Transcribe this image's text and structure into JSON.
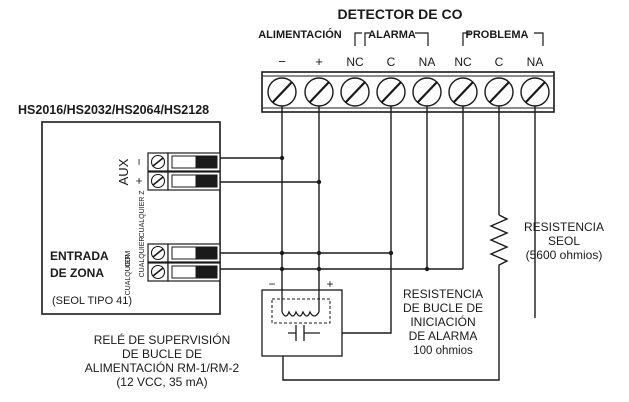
{
  "detector": {
    "title": "DETECTOR DE CO",
    "groups": {
      "power": "ALIMENTACIÓN",
      "alarm": "ALARMA",
      "trouble": "PROBLEMA"
    },
    "terminals": [
      "−",
      "+",
      "NC",
      "C",
      "NA",
      "NC",
      "C",
      "NA"
    ]
  },
  "panel": {
    "model": "HS2016/HS2032/HS2064/HS2128",
    "aux_label": "AUX",
    "aux_minus": "−",
    "aux_plus": "+",
    "any_zone_side": "CUALQUIER Z",
    "zone_input_1": "ENTRADA",
    "zone_input_2": "DE ZONA",
    "any_side_1": "CUALQUIER",
    "com_side": "COM",
    "any_side_2": "CUALQUIER",
    "seol_type": "(SEOL TIPO 41)"
  },
  "relay": {
    "minus": "−",
    "plus": "+",
    "lines": [
      "RELÉ DE SUPERVISIÓN",
      "DE BUCLE DE",
      "ALIMENTACIÓN RM-1/RM-2",
      "(12 VCC, 35 mA)"
    ]
  },
  "loop_resistor": {
    "lines": [
      "RESISTENCIA",
      "DE BUCLE DE",
      "INICIACIÓN",
      "DE ALARMA",
      "100 ohmios"
    ]
  },
  "eol_resistor": {
    "lines": [
      "RESISTENCIA",
      "SEOL",
      "(5600 ohmios)"
    ]
  }
}
